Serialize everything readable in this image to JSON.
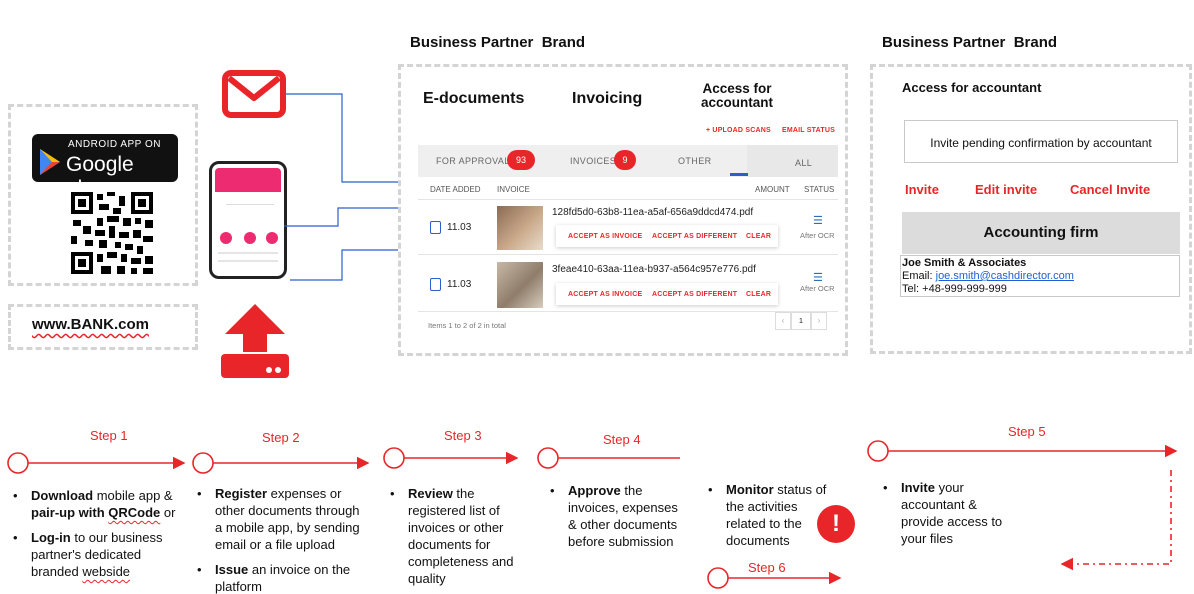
{
  "colors": {
    "accent": "#e8262a",
    "connector": "#2a5fcc",
    "dashed_border": "#d4d4d4",
    "link": "#1f5fd6"
  },
  "left": {
    "google_play": {
      "small": "ANDROID APP ON",
      "big": "Google play"
    },
    "website": "www.BANK.com",
    "icons": [
      "email-icon",
      "qr-code-icon",
      "phone-app-icon",
      "upload-icon"
    ]
  },
  "center": {
    "brand": "Business Partner  Brand",
    "headings": [
      "E-documents",
      "Invoicing",
      "Access for accountant"
    ],
    "links": {
      "upload": "+ UPLOAD SCANS",
      "email": "EMAIL STATUS"
    },
    "tabs": [
      {
        "label": "FOR APPROVAL",
        "count": "93"
      },
      {
        "label": "INVOICES",
        "count": "9"
      },
      {
        "label": "OTHER",
        "count": ""
      },
      {
        "label": "ALL",
        "count": ""
      }
    ],
    "columns": [
      "DATE ADDED",
      "INVOICE",
      "AMOUNT",
      "STATUS"
    ],
    "rows": [
      {
        "date": "11.03",
        "file": "128fd5d0-63b8-11ea-a5af-656a9ddcd474.pdf",
        "status": "After OCR"
      },
      {
        "date": "11.03",
        "file": "3feae410-63aa-11ea-b937-a564c957e776.pdf",
        "status": "After OCR"
      }
    ],
    "actions": [
      "ACCEPT AS INVOICE",
      "ACCEPT AS DIFFERENT",
      "CLEAR"
    ],
    "footer": "Items 1 to 2 of 2 in total",
    "page": "1"
  },
  "right": {
    "brand": "Business Partner  Brand",
    "title": "Access for accountant",
    "pending": "Invite pending confirmation by accountant",
    "actions": [
      "Invite",
      "Edit invite",
      "Cancel Invite"
    ],
    "firm": "Accounting firm",
    "contact": {
      "name": "Joe Smith & Associates",
      "email_label": "Email: ",
      "email": "joe.smith@cashdirector.com",
      "tel": "Tel: +48-999-999-999"
    }
  },
  "steps": {
    "s1": {
      "label": "Step 1",
      "b1_bold": "Download",
      "b1_a": " mobile app &",
      "b1_b": "pair-up with ",
      "b1_qr": "QRCode",
      "b1_c": " or",
      "b2_bold": "Log-in",
      "b2_a": " to our business partner's dedicated branded ",
      "b2_web": "webside"
    },
    "s2": {
      "label": "Step 2",
      "b1_bold": "Register",
      "b1_rest": " expenses or other documents through a mobile app, by sending email or a file upload",
      "b2_bold": "Issue",
      "b2_rest": " an invoice on the platform"
    },
    "s3": {
      "label": "Step 3",
      "bold": "Review",
      "rest": " the registered list of invoices or other documents for completeness and quality"
    },
    "s4": {
      "label": "Step 4",
      "bold": "Approve",
      "rest": " the invoices, expenses & other documents before submission"
    },
    "s5": {
      "label": "Step 5",
      "bold": "Invite",
      "rest": " your accountant & provide access to your files"
    },
    "s6": {
      "label": "Step 6",
      "bold": "Monitor",
      "rest": " status of the activities related to the documents"
    }
  }
}
